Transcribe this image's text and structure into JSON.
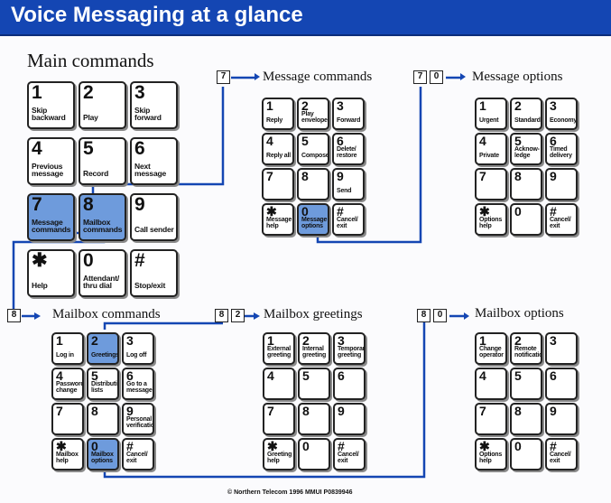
{
  "title": "Voice Messaging at a glance",
  "footer": "© Northern Telecom 1996  MMUI  P0839946",
  "colors": {
    "banner": "#1446b3",
    "highlight": "#6e9bdc",
    "connector": "#1446b3"
  },
  "main": {
    "title": "Main commands",
    "keys": [
      {
        "digit": "1",
        "label": "Skip backward"
      },
      {
        "digit": "2",
        "label": "Play"
      },
      {
        "digit": "3",
        "label": "Skip forward"
      },
      {
        "digit": "4",
        "label": "Previous message"
      },
      {
        "digit": "5",
        "label": "Record"
      },
      {
        "digit": "6",
        "label": "Next message"
      },
      {
        "digit": "7",
        "label": "Message commands"
      },
      {
        "digit": "8",
        "label": "Mailbox commands"
      },
      {
        "digit": "9",
        "label": "Call sender"
      },
      {
        "digit": "✱",
        "label": "Help"
      },
      {
        "digit": "0",
        "label": "Attendant/ thru dial"
      },
      {
        "digit": "#",
        "label": "Stop/exit"
      }
    ]
  },
  "message_commands": {
    "title": "Message commands",
    "prefix": [
      "7"
    ],
    "keys": [
      {
        "digit": "1",
        "label": "Reply"
      },
      {
        "digit": "2",
        "label": "Play envelope"
      },
      {
        "digit": "3",
        "label": "Forward"
      },
      {
        "digit": "4",
        "label": "Reply all"
      },
      {
        "digit": "5",
        "label": "Compose"
      },
      {
        "digit": "6",
        "label": "Delete/ restore"
      },
      {
        "digit": "7",
        "label": ""
      },
      {
        "digit": "8",
        "label": ""
      },
      {
        "digit": "9",
        "label": "Send"
      },
      {
        "digit": "✱",
        "label": "Message help"
      },
      {
        "digit": "0",
        "label": "Message options"
      },
      {
        "digit": "#",
        "label": "Cancel/ exit"
      }
    ]
  },
  "message_options": {
    "title": "Message options",
    "prefix": [
      "7",
      "0"
    ],
    "keys": [
      {
        "digit": "1",
        "label": "Urgent"
      },
      {
        "digit": "2",
        "label": "Standard"
      },
      {
        "digit": "3",
        "label": "Economy"
      },
      {
        "digit": "4",
        "label": "Private"
      },
      {
        "digit": "5",
        "label": "Acknow- ledge"
      },
      {
        "digit": "6",
        "label": "Timed delivery"
      },
      {
        "digit": "7",
        "label": ""
      },
      {
        "digit": "8",
        "label": ""
      },
      {
        "digit": "9",
        "label": ""
      },
      {
        "digit": "✱",
        "label": "Options help"
      },
      {
        "digit": "0",
        "label": ""
      },
      {
        "digit": "#",
        "label": "Cancel/ exit"
      }
    ]
  },
  "mailbox_commands": {
    "title": "Mailbox commands",
    "prefix": [
      "8"
    ],
    "keys": [
      {
        "digit": "1",
        "label": "Log in"
      },
      {
        "digit": "2",
        "label": "Greetings"
      },
      {
        "digit": "3",
        "label": "Log off"
      },
      {
        "digit": "4",
        "label": "Password change"
      },
      {
        "digit": "5",
        "label": "Distribution lists"
      },
      {
        "digit": "6",
        "label": "Go to a message"
      },
      {
        "digit": "7",
        "label": ""
      },
      {
        "digit": "8",
        "label": ""
      },
      {
        "digit": "9",
        "label": "Personal verification"
      },
      {
        "digit": "✱",
        "label": "Mailbox help"
      },
      {
        "digit": "0",
        "label": "Mailbox options"
      },
      {
        "digit": "#",
        "label": "Cancel/ exit"
      }
    ]
  },
  "mailbox_greetings": {
    "title": "Mailbox greetings",
    "prefix": [
      "8",
      "2"
    ],
    "keys": [
      {
        "digit": "1",
        "label": "External greeting"
      },
      {
        "digit": "2",
        "label": "Internal greeting"
      },
      {
        "digit": "3",
        "label": "Temporary greeting"
      },
      {
        "digit": "4",
        "label": ""
      },
      {
        "digit": "5",
        "label": ""
      },
      {
        "digit": "6",
        "label": ""
      },
      {
        "digit": "7",
        "label": ""
      },
      {
        "digit": "8",
        "label": ""
      },
      {
        "digit": "9",
        "label": ""
      },
      {
        "digit": "✱",
        "label": "Greeting help"
      },
      {
        "digit": "0",
        "label": ""
      },
      {
        "digit": "#",
        "label": "Cancel/ exit"
      }
    ]
  },
  "mailbox_options": {
    "title": "Mailbox options",
    "prefix": [
      "8",
      "0"
    ],
    "keys": [
      {
        "digit": "1",
        "label": "Change operator"
      },
      {
        "digit": "2",
        "label": "Remote notification"
      },
      {
        "digit": "3",
        "label": ""
      },
      {
        "digit": "4",
        "label": ""
      },
      {
        "digit": "5",
        "label": ""
      },
      {
        "digit": "6",
        "label": ""
      },
      {
        "digit": "7",
        "label": ""
      },
      {
        "digit": "8",
        "label": ""
      },
      {
        "digit": "9",
        "label": ""
      },
      {
        "digit": "✱",
        "label": "Options help"
      },
      {
        "digit": "0",
        "label": ""
      },
      {
        "digit": "#",
        "label": "Cancel/ exit"
      }
    ]
  }
}
